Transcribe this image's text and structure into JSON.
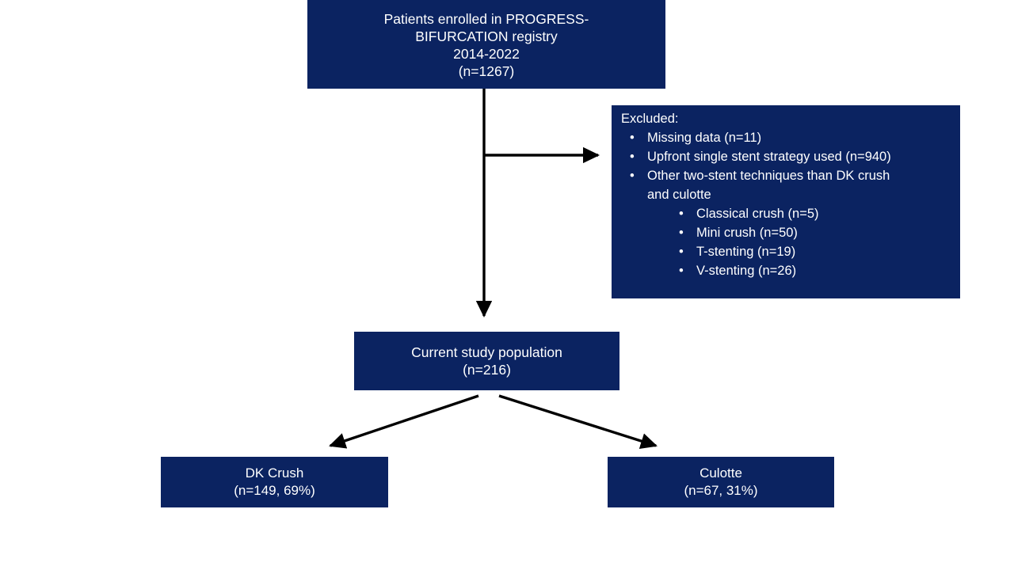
{
  "diagram": {
    "title": "PROGRESS-BIFURCATION registry study flow",
    "colors": {
      "box_fill": "#0b2361",
      "box_text": "#ffffff",
      "arrow": "#000000",
      "background": "#ffffff"
    },
    "boxes": {
      "enrolled": {
        "lines": [
          "Patients enrolled in PROGRESS-",
          "BIFURCATION  registry",
          "2014-2022",
          "(n=1267)"
        ]
      },
      "excluded": {
        "title": "Excluded:",
        "bullet_glyph": "•",
        "items": [
          {
            "text": "Missing data (n=11)"
          },
          {
            "text": "Upfront single stent strategy used (n=940)"
          },
          {
            "text": "Other two-stent techniques  than DK crush",
            "text_continued": "and culotte",
            "subitems": [
              "Classical crush (n=5)",
              "Mini crush (n=50)",
              "T-stenting (n=19)",
              "V-stenting (n=26)"
            ]
          }
        ]
      },
      "population": {
        "lines": [
          "Current study population",
          "(n=216)"
        ]
      },
      "dk_crush": {
        "lines": [
          "DK Crush",
          "(n=149, 69%)"
        ]
      },
      "culotte": {
        "lines": [
          "Culotte",
          "(n=67, 31%)"
        ]
      }
    },
    "connectors": [
      {
        "name": "enrolled-to-excluded",
        "kind": "elbow-right-arrow"
      },
      {
        "name": "enrolled-to-population",
        "kind": "straight-down-arrow"
      },
      {
        "name": "population-to-dk-crush",
        "kind": "diagonal-left-arrow"
      },
      {
        "name": "population-to-culotte",
        "kind": "diagonal-right-arrow"
      }
    ]
  }
}
